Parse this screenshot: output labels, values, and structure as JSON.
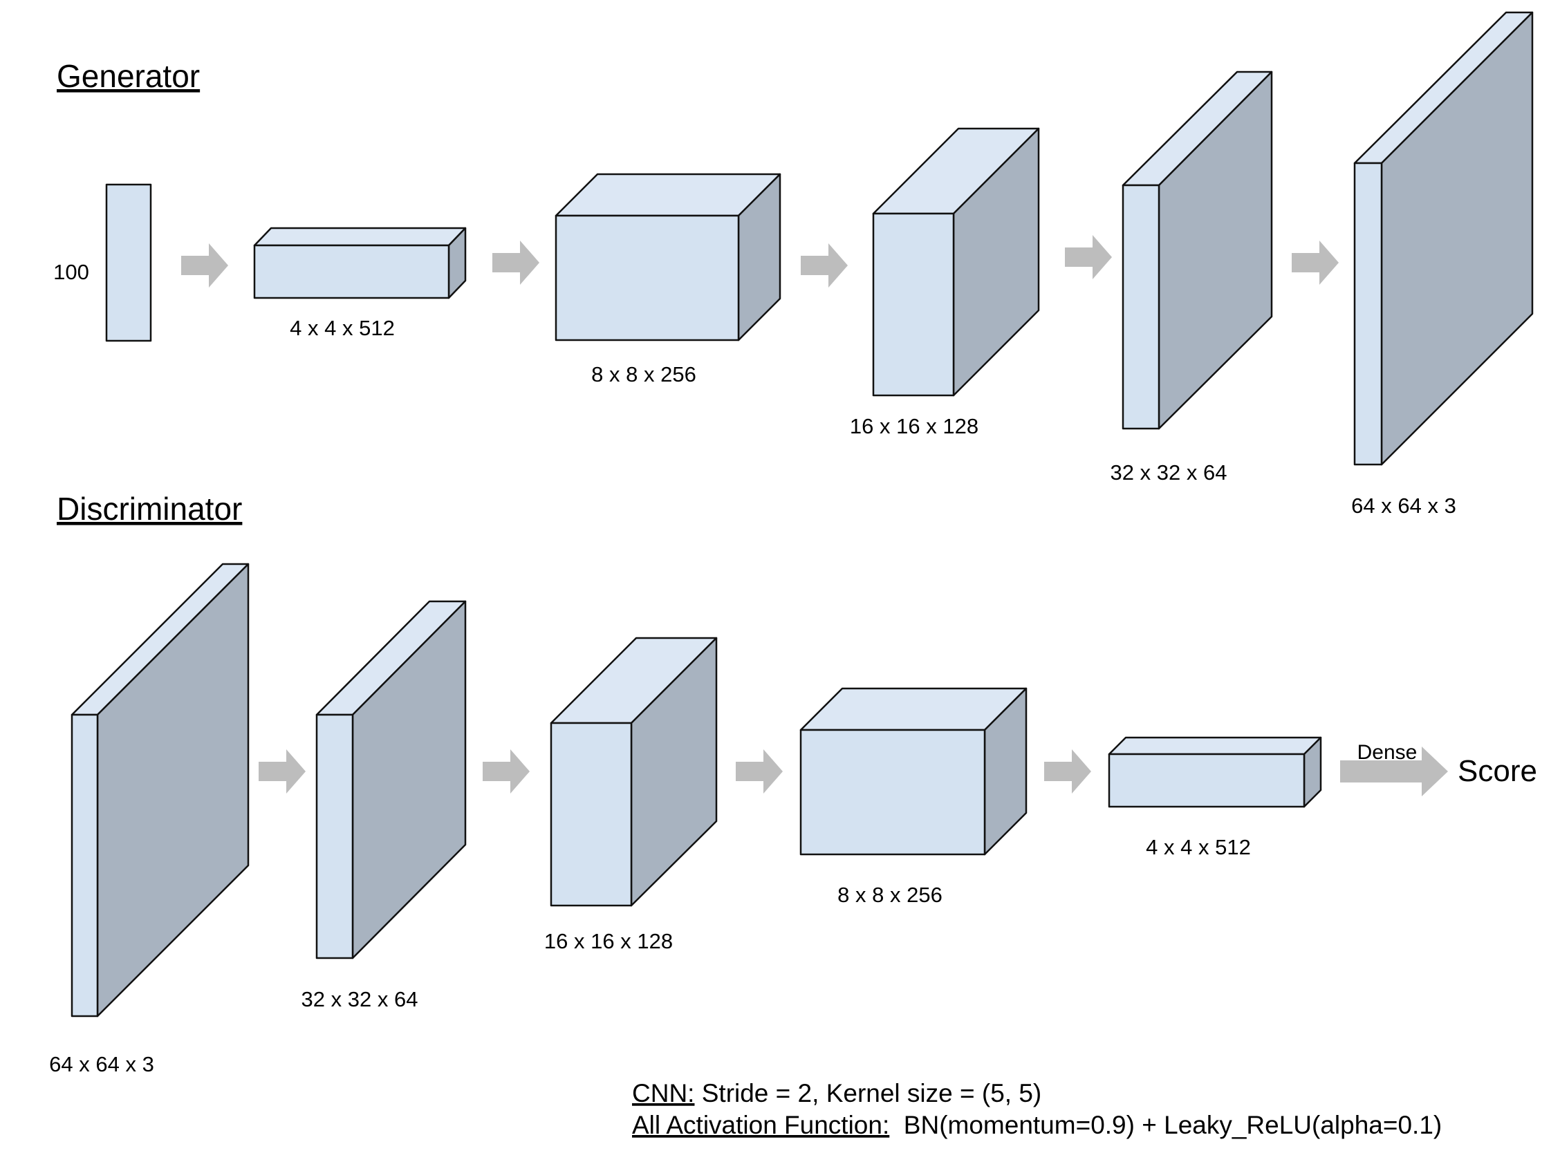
{
  "generator": {
    "title": "Generator",
    "input_label": "100",
    "layer_labels": [
      "4 x 4 x 512",
      "8 x 8 x 256",
      "16 x 16 x 128",
      "32 x 32 x 64",
      "64 x 64 x 3"
    ]
  },
  "discriminator": {
    "title": "Discriminator",
    "layer_labels": [
      "64 x 64 x 3",
      "32 x 32 x 64",
      "16 x 16 x 128",
      "8 x 8 x 256",
      "4 x 4 x 512"
    ],
    "dense_label": "Dense",
    "output_label": "Score"
  },
  "notes": {
    "cnn_key": "CNN:",
    "cnn_value": " Stride = 2, Kernel size = (5, 5)",
    "activation_key": "All Activation Function:",
    "activation_value": "  BN(momentum=0.9) + Leaky_ReLU(alpha=0.1)"
  },
  "colors": {
    "face_front": "#d4e2f1",
    "face_top": "#dce7f4",
    "face_side": "#a8b3c0",
    "arrow": "#bdbdbd"
  }
}
